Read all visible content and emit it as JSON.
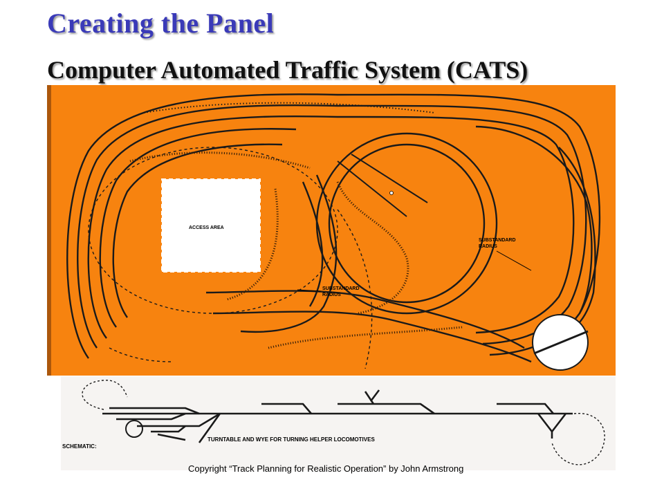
{
  "slide": {
    "title": "Creating the Panel",
    "subtitle": "Computer Automated Traffic  System (CATS)",
    "copyright": "Copyright “Track Planning for Realistic Operation” by John Armstrong"
  },
  "track_plan": {
    "background_color": "#f7830f",
    "labels": {
      "access_area": "ACCESS AREA",
      "substandard_radius_left_1": "SUBSTANDARD",
      "substandard_radius_left_2": "RADIUS",
      "substandard_radius_right_1": "SUBSTANDARD",
      "substandard_radius_right_2": "RADIUS"
    }
  },
  "schematic": {
    "background_color": "#f6f4f2",
    "label": "SCHEMATIC:",
    "caption": "TURNTABLE AND WYE FOR TURNING HELPER LOCOMOTIVES"
  }
}
